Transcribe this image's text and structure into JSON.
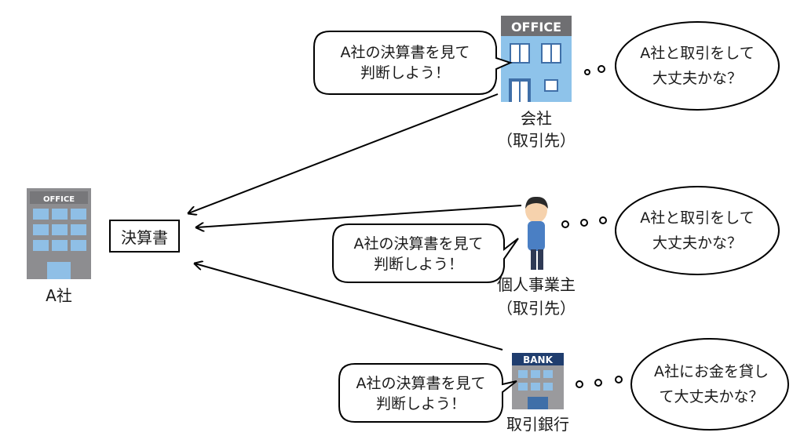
{
  "company_a": {
    "label": "A社",
    "sign": "OFFICE"
  },
  "statement_box": {
    "label": "決算書"
  },
  "office_partner": {
    "sign": "OFFICE",
    "label_line1": "会社",
    "label_line2": "（取引先）"
  },
  "sole_proprietor": {
    "label_line1": "個人事業主",
    "label_line2": "（取引先）"
  },
  "bank": {
    "sign": "BANK",
    "label": "取引銀行"
  },
  "speech_bubbles": [
    {
      "line1": "A社の決算書を見て",
      "line2": "判断しよう！"
    },
    {
      "line1": "A社の決算書を見て",
      "line2": "判断しよう！"
    },
    {
      "line1": "A社の決算書を見て",
      "line2": "判断しよう！"
    }
  ],
  "thought_bubbles": [
    {
      "line1": "A社と取引をして",
      "line2": "大丈夫かな？"
    },
    {
      "line1": "A社と取引をして",
      "line2": "大丈夫かな？"
    },
    {
      "line1": "A社にお金を貸し",
      "line2": "て大丈夫かな？"
    }
  ],
  "colors": {
    "building_gray": "#8d8d90",
    "window_blue": "#8fbfe6",
    "office_blue": "#8ec3ea",
    "bank_navy": "#1f3d6e",
    "shirt_blue": "#4a7fc4"
  }
}
